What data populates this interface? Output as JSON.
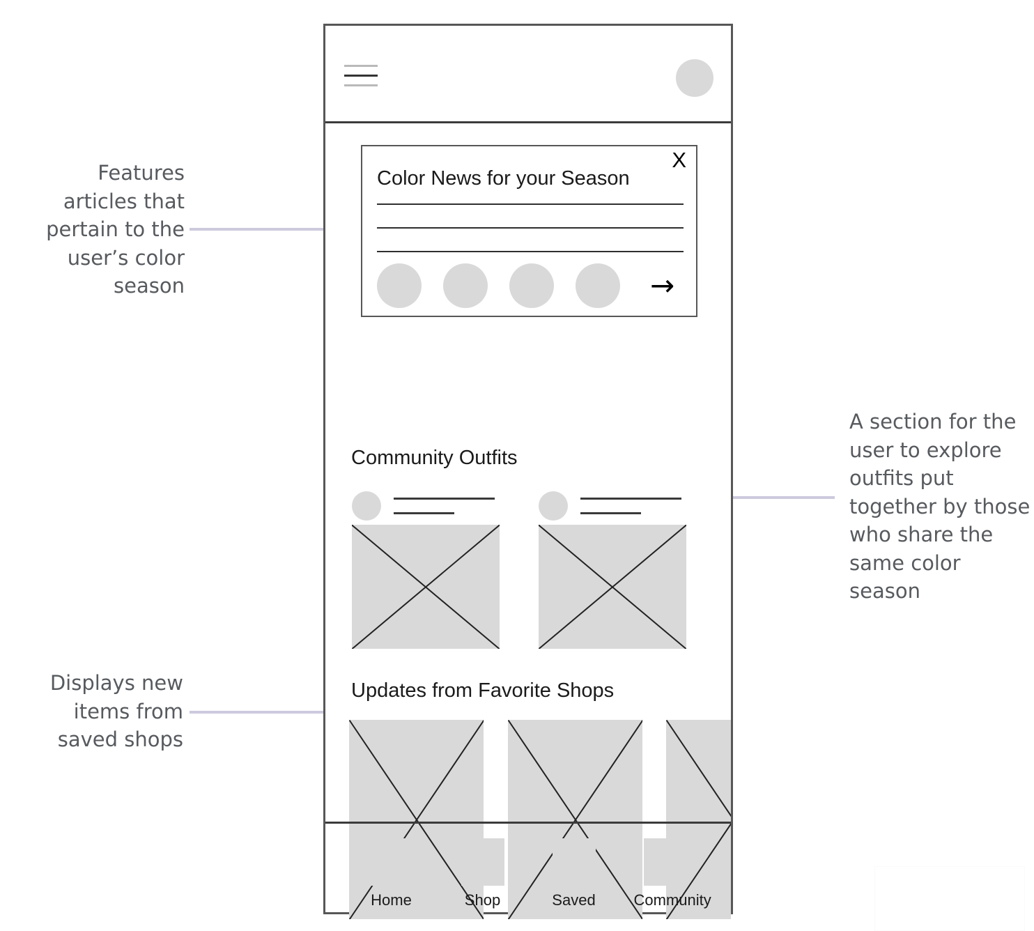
{
  "annotations": [
    {
      "id": "news",
      "text": "Features articles that pertain to the user’s color season"
    },
    {
      "id": "community",
      "text": "A section for the user to explore outfits put together by those who share the same color season"
    },
    {
      "id": "shops",
      "text": "Displays new items from saved shops"
    }
  ],
  "app": {
    "header": {
      "menu_icon": "hamburger-icon",
      "avatar_icon": "profile-avatar-icon"
    },
    "news_card": {
      "title": "Color News for your Season",
      "close_label": "X",
      "next_arrow": "→",
      "placeholder_lines": 3,
      "thumbnail_count": 4
    },
    "sections": [
      {
        "id": "community",
        "title": "Community Outfits",
        "cards": [
          {
            "avatar": "user-avatar-icon",
            "line_long": "",
            "line_short": ""
          },
          {
            "avatar": "user-avatar-icon",
            "line_long": "",
            "line_short": ""
          }
        ]
      },
      {
        "id": "shops",
        "title": "Updates from Favorite Shops",
        "cards": [
          {
            "image": "image-placeholder"
          },
          {
            "image": "image-placeholder"
          },
          {
            "image": "image-placeholder"
          }
        ]
      }
    ],
    "bottom_nav": [
      {
        "label": "Home",
        "icon": "home-icon"
      },
      {
        "label": "Shop",
        "icon": "shop-icon"
      },
      {
        "label": "Saved",
        "icon": "saved-icon"
      },
      {
        "label": "Community",
        "icon": "community-icon"
      }
    ]
  },
  "colors": {
    "annotation_text": "#575a5e",
    "arrow": "#cdcade",
    "placeholder_gray": "#d9d9d9",
    "frame_stroke": "#575757"
  }
}
